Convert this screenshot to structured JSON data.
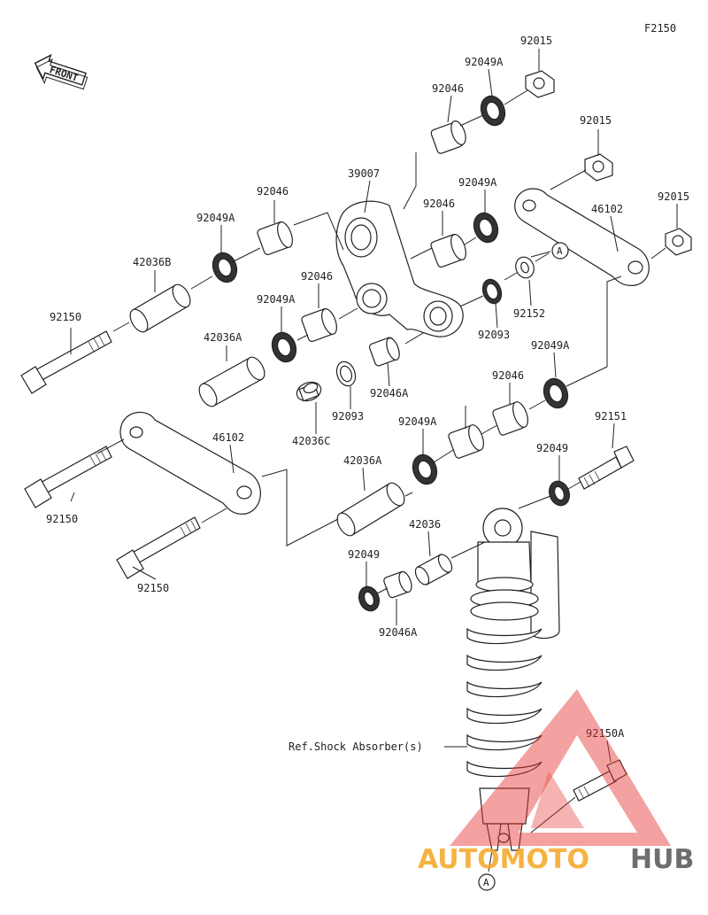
{
  "figure_code": "F2150",
  "front_badge": "FRONT",
  "reference_label": "Ref.Shock Absorber(s)",
  "callout": "A",
  "part_numbers": [
    "92015",
    "92049A",
    "92046",
    "92015",
    "92049A",
    "39007",
    "92046",
    "92049A",
    "42036B",
    "92015",
    "46102",
    "92046",
    "92049A",
    "92150",
    "92046",
    "42036A",
    "92152",
    "92093",
    "92049A",
    "92046A",
    "42036C",
    "92093",
    "92046",
    "92049A",
    "92151",
    "46102",
    "92150",
    "42036A",
    "92049",
    "92150",
    "42036",
    "92049",
    "92046A",
    "92150A"
  ],
  "watermark": {
    "part1": "AUTOMOTO",
    "part2": "HUB",
    "color1": "#f5a623",
    "color2": "#555555",
    "triangle_color": "#e53935"
  }
}
